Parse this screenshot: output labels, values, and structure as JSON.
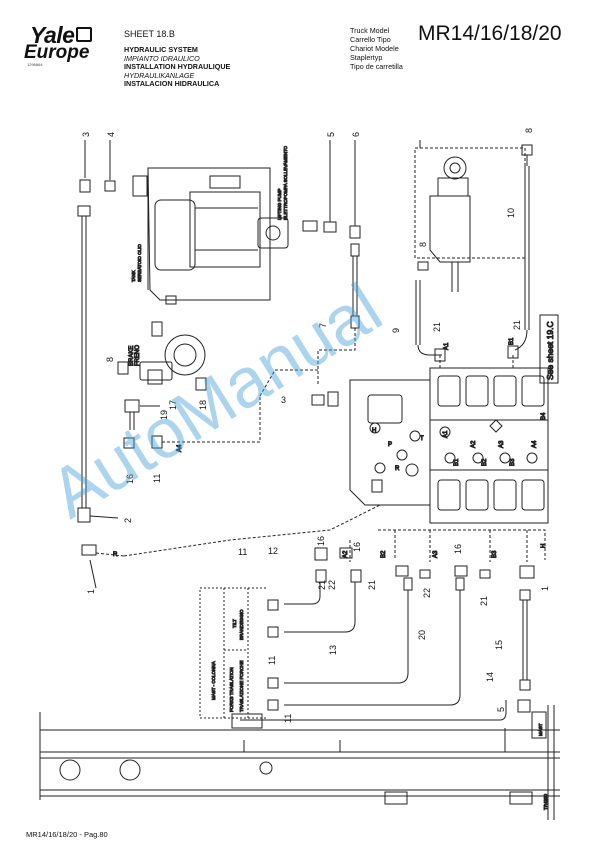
{
  "header": {
    "logo_top": "Yale",
    "logo_bottom": "Europe",
    "logo_code": "1296864",
    "sheet": "SHEET 18.B",
    "titles": [
      "HYDRAULIC SYSTEM",
      "IMPIANTO IDRAULICO",
      "INSTALLATION HYDRAULIQUE",
      "HYDRAULIKANLAGE",
      "INSTALACION HIDRAULICA"
    ],
    "model_labels": [
      "Truck Model",
      "Carrello Tipo",
      "Chariot Modele",
      "Staplertyp",
      "Tipo de carretilla"
    ],
    "model": "MR14/16/18/20"
  },
  "diagram": {
    "part_numbers": [
      "1",
      "1",
      "2",
      "3",
      "3",
      "4",
      "5",
      "5",
      "6",
      "7",
      "8",
      "8",
      "8",
      "9",
      "10",
      "11",
      "11",
      "11",
      "11",
      "12",
      "13",
      "14",
      "15",
      "16",
      "16",
      "16",
      "16",
      "17",
      "18",
      "19",
      "20",
      "21",
      "21",
      "21",
      "21",
      "21",
      "22",
      "22"
    ],
    "lifting_pump": [
      "LIFTING PUMP",
      "ELETTROPOMPA SOLLEVAMENTO"
    ],
    "tank": [
      "TANK",
      "SERBATOIO OLIO"
    ],
    "brake": [
      "BRAKE",
      "FRENO"
    ],
    "ports": [
      "A1",
      "A2",
      "A3",
      "A4",
      "B1",
      "B2",
      "B3",
      "B4",
      "P",
      "R",
      "T",
      "H"
    ],
    "line_labels": [
      "R",
      "A4",
      "A1",
      "B1",
      "A2",
      "B2",
      "A3",
      "B3",
      "H"
    ],
    "see_sheet": "See sheet 19.C",
    "mast_panel": {
      "mast": "MAST - COLONNA",
      "tilt": "TILT",
      "tilt_it": "BRANDEGGIO",
      "fork": "FORKS TRASLATION",
      "fork_it": "TRASLAZIONE FORCHE"
    },
    "mast_label": "MAST",
    "drawing_code": "TR4230"
  },
  "watermark": "AutoManual",
  "footer": "MR14/16/18/20 - Pag.80"
}
